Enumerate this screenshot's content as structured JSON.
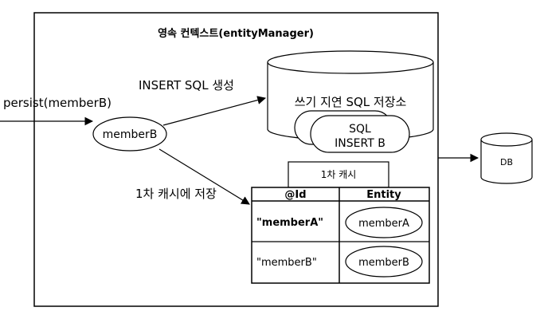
{
  "diagram": {
    "container_title": "영속 컨텍스트(entityManager)",
    "persist_call": "persist(memberB)",
    "entity_node": "memberB",
    "insert_label": "INSERT SQL 생성",
    "write_store": {
      "title": "쓰기 지연 SQL 저장소",
      "item_line1": "SQL",
      "item_line2": "INSERT B"
    },
    "cache_label": "1차 캐시에 저장",
    "cache": {
      "title": "1차 캐시",
      "headers": [
        "@Id",
        "Entity"
      ],
      "rows": [
        {
          "id": "\"memberA\"",
          "entity": "memberA"
        },
        {
          "id": "\"memberB\"",
          "entity": "memberB"
        }
      ]
    },
    "db": "DB"
  }
}
